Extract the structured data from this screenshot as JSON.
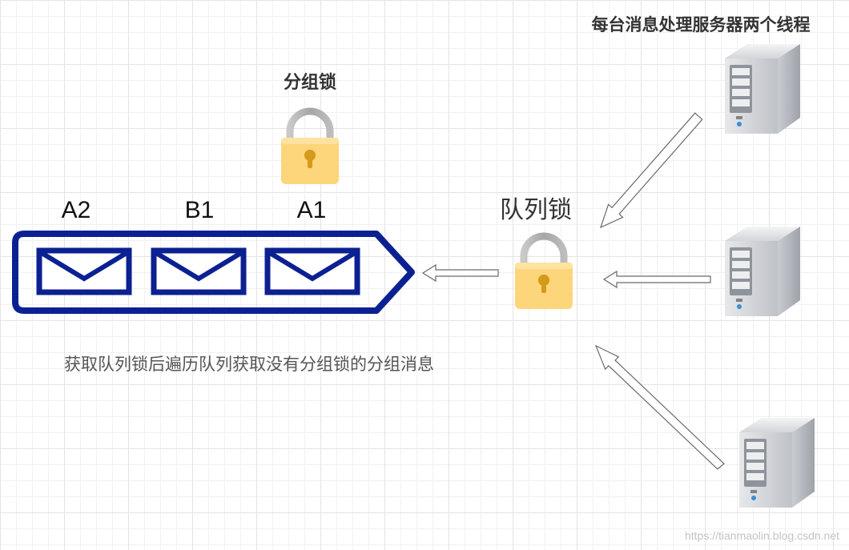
{
  "labels": {
    "servers_title": "每台消息处理服务器两个线程",
    "group_lock": "分组锁",
    "queue_lock": "队列锁",
    "description": "获取队列锁后遍历队列获取没有分组锁的分组消息",
    "watermark": "https://tianmaolin.blog.csdn.net"
  },
  "queue": {
    "messages": [
      {
        "label": "A2"
      },
      {
        "label": "B1"
      },
      {
        "label": "A1"
      }
    ]
  },
  "colors": {
    "queue_stroke": "#0c2191",
    "lock_body": "#fdd57a",
    "lock_shackle": "#b4b4b4",
    "lock_keyhole": "#d59a1a",
    "server_body": "#b9bcc2",
    "arrow_stroke": "#6a6a6a"
  },
  "icons": {
    "lock": "padlock-icon",
    "server": "server-tower-icon",
    "message": "envelope-icon"
  }
}
